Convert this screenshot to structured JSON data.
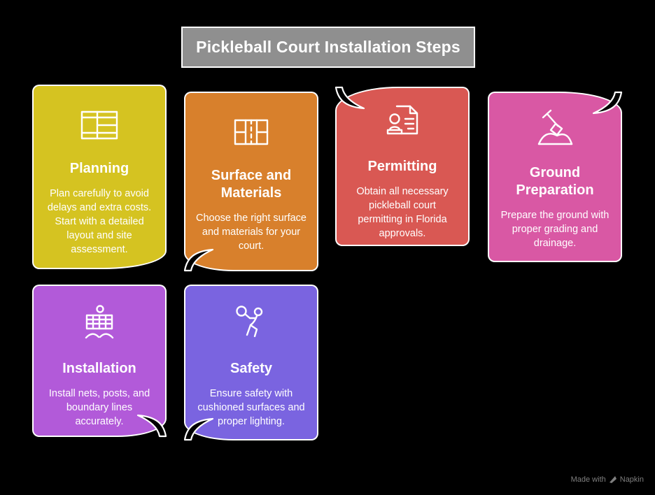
{
  "page": {
    "background": "#000000"
  },
  "header": {
    "title": "Pickleball Court Installation Steps",
    "bg": "#8f8f8f",
    "border": "#ffffff",
    "text_color": "#ffffff"
  },
  "cards": [
    {
      "id": "planning",
      "title": "Planning",
      "body": "Plan carefully to avoid delays and extra costs. Start with a detailed layout and site assessment.",
      "color": "#d5c321",
      "icon": "court-plan-icon",
      "curl": "bottom-right"
    },
    {
      "id": "surface-materials",
      "title": "Surface and Materials",
      "body": "Choose the right surface and materials for your court.",
      "color": "#d8802c",
      "icon": "court-surface-icon",
      "curl": "bottom-left"
    },
    {
      "id": "permitting",
      "title": "Permitting",
      "body": "Obtain all necessary pickleball court permitting in Florida approvals.",
      "color": "#d95853",
      "icon": "stamp-document-icon",
      "curl": "top-left"
    },
    {
      "id": "ground-preparation",
      "title": "Ground Preparation",
      "body": "Prepare the ground with proper grading and drainage.",
      "color": "#d958a4",
      "icon": "shovel-icon",
      "curl": "top-right"
    },
    {
      "id": "installation",
      "title": "Installation",
      "body": "Install nets, posts, and boundary lines accurately.",
      "color": "#b25ad9",
      "icon": "net-ball-icon",
      "curl": "bottom-right"
    },
    {
      "id": "safety",
      "title": "Safety",
      "body": "Ensure safety with cushioned surfaces and proper lighting.",
      "color": "#7a64e0",
      "icon": "player-icon",
      "curl": "bottom-left"
    }
  ],
  "footer": {
    "made_with": "Made with",
    "brand": "Napkin"
  }
}
